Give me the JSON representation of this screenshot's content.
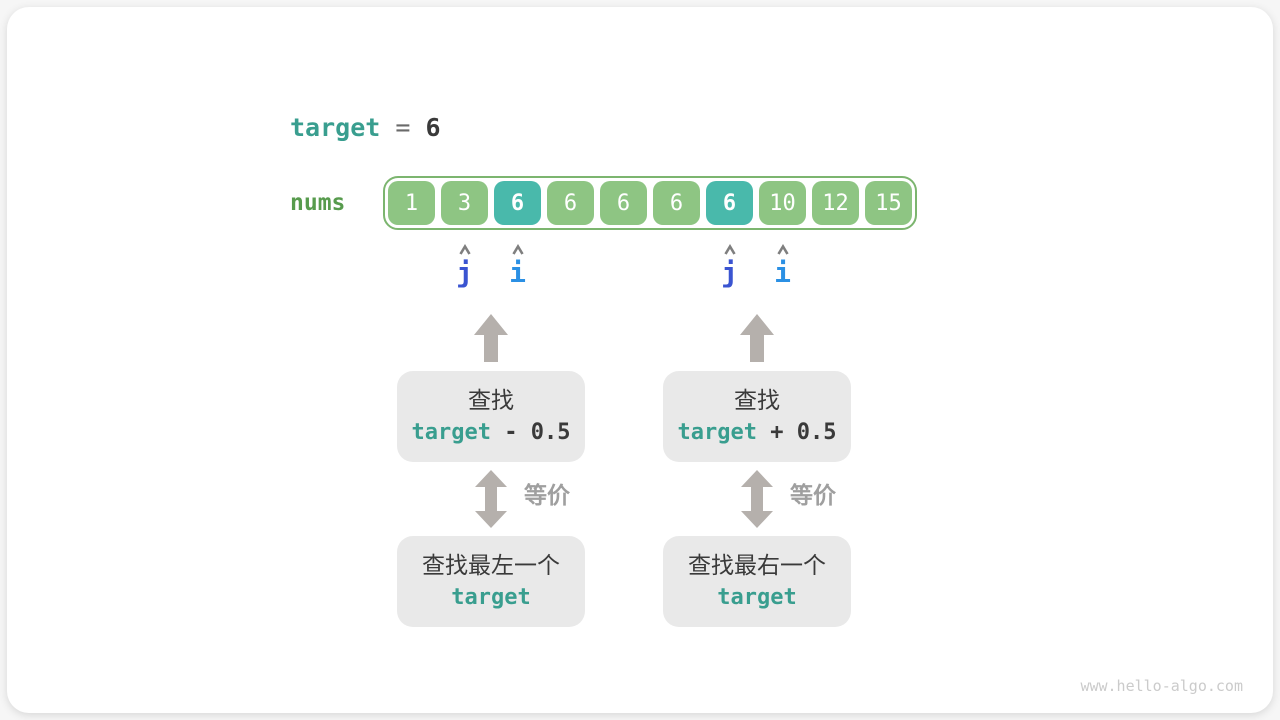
{
  "colors": {
    "teal_text": "#399e8f",
    "dark_text": "#3a3a3a",
    "cell_green": "#8ec583",
    "cell_teal": "#49b9ab",
    "array_border": "#7cb56f",
    "nums_green": "#579b4d",
    "arrow_gray": "#b5b0ac",
    "equiv_text": "#9f9f9f",
    "box_bg": "#e9e9e9",
    "caret_gray": "#7f7f7f",
    "watermark": "#cbcbcb",
    "pointer_j": "#3a54d1",
    "pointer_i": "#2b90e4"
  },
  "target_line": {
    "variable": "target",
    "operator": " = ",
    "value": "6"
  },
  "array": {
    "label": "nums",
    "cells": [
      {
        "value": "1",
        "highlight": false
      },
      {
        "value": "3",
        "highlight": false
      },
      {
        "value": "6",
        "highlight": true
      },
      {
        "value": "6",
        "highlight": false
      },
      {
        "value": "6",
        "highlight": false
      },
      {
        "value": "6",
        "highlight": false
      },
      {
        "value": "6",
        "highlight": true
      },
      {
        "value": "10",
        "highlight": false
      },
      {
        "value": "12",
        "highlight": false
      },
      {
        "value": "15",
        "highlight": false
      }
    ]
  },
  "pointers": [
    {
      "label": "j",
      "cell_index": 1,
      "color": "#3a54d1"
    },
    {
      "label": "i",
      "cell_index": 2,
      "color": "#2b90e4"
    },
    {
      "label": "j",
      "cell_index": 6,
      "color": "#3a54d1"
    },
    {
      "label": "i",
      "cell_index": 7,
      "color": "#2b90e4"
    }
  ],
  "flow": {
    "left": {
      "search_box": {
        "line1": "查找",
        "expr_variable": "target",
        "expr_suffix": " - 0.5"
      },
      "equiv_label": "等价",
      "result_box": {
        "line1": "查找最左一个",
        "line2": "target"
      }
    },
    "right": {
      "search_box": {
        "line1": "查找",
        "expr_variable": "target",
        "expr_suffix": " + 0.5"
      },
      "equiv_label": "等价",
      "result_box": {
        "line1": "查找最右一个",
        "line2": "target"
      }
    }
  },
  "watermark": "www.hello-algo.com"
}
